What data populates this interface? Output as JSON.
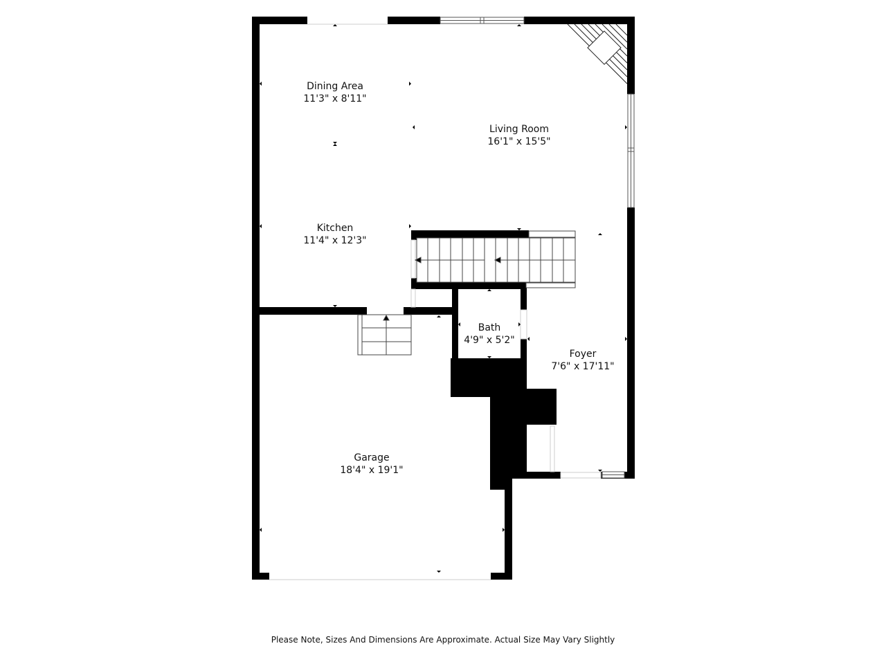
{
  "floorplan": {
    "rooms": [
      {
        "id": "dining-area",
        "name": "Dining Area",
        "dimensions": "11'3\" x 8'11\""
      },
      {
        "id": "living-room",
        "name": "Living Room",
        "dimensions": "16'1\" x 15'5\""
      },
      {
        "id": "kitchen",
        "name": "Kitchen",
        "dimensions": "11'4\" x 12'3\""
      },
      {
        "id": "bath",
        "name": "Bath",
        "dimensions": "4'9\" x 5'2\""
      },
      {
        "id": "foyer",
        "name": "Foyer",
        "dimensions": "7'6\" x 17'11\""
      },
      {
        "id": "garage",
        "name": "Garage",
        "dimensions": "18'4\" x 19'1\""
      }
    ],
    "colors": {
      "wall": "#000000",
      "background": "#ffffff",
      "line": "#333333"
    }
  },
  "footer": {
    "note": "Please Note, Sizes And Dimensions Are Approximate. Actual Size May Vary Slightly"
  }
}
